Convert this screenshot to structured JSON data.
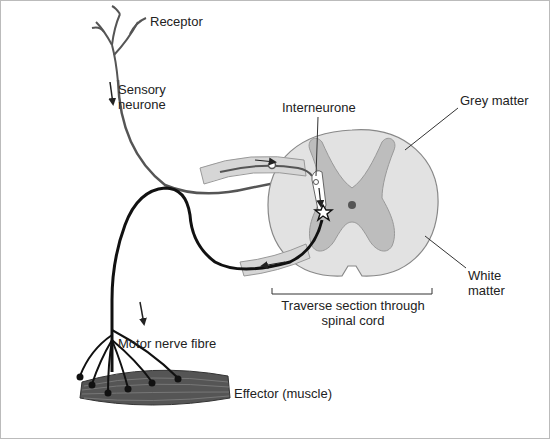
{
  "diagram": {
    "labels": [
      "Receptor",
      "Sensory neurone",
      "Interneurone",
      "Grey matter",
      "White matter",
      "Traverse section through spinal cord",
      "Motor nerve fibre",
      "Effector (muscle)"
    ]
  }
}
